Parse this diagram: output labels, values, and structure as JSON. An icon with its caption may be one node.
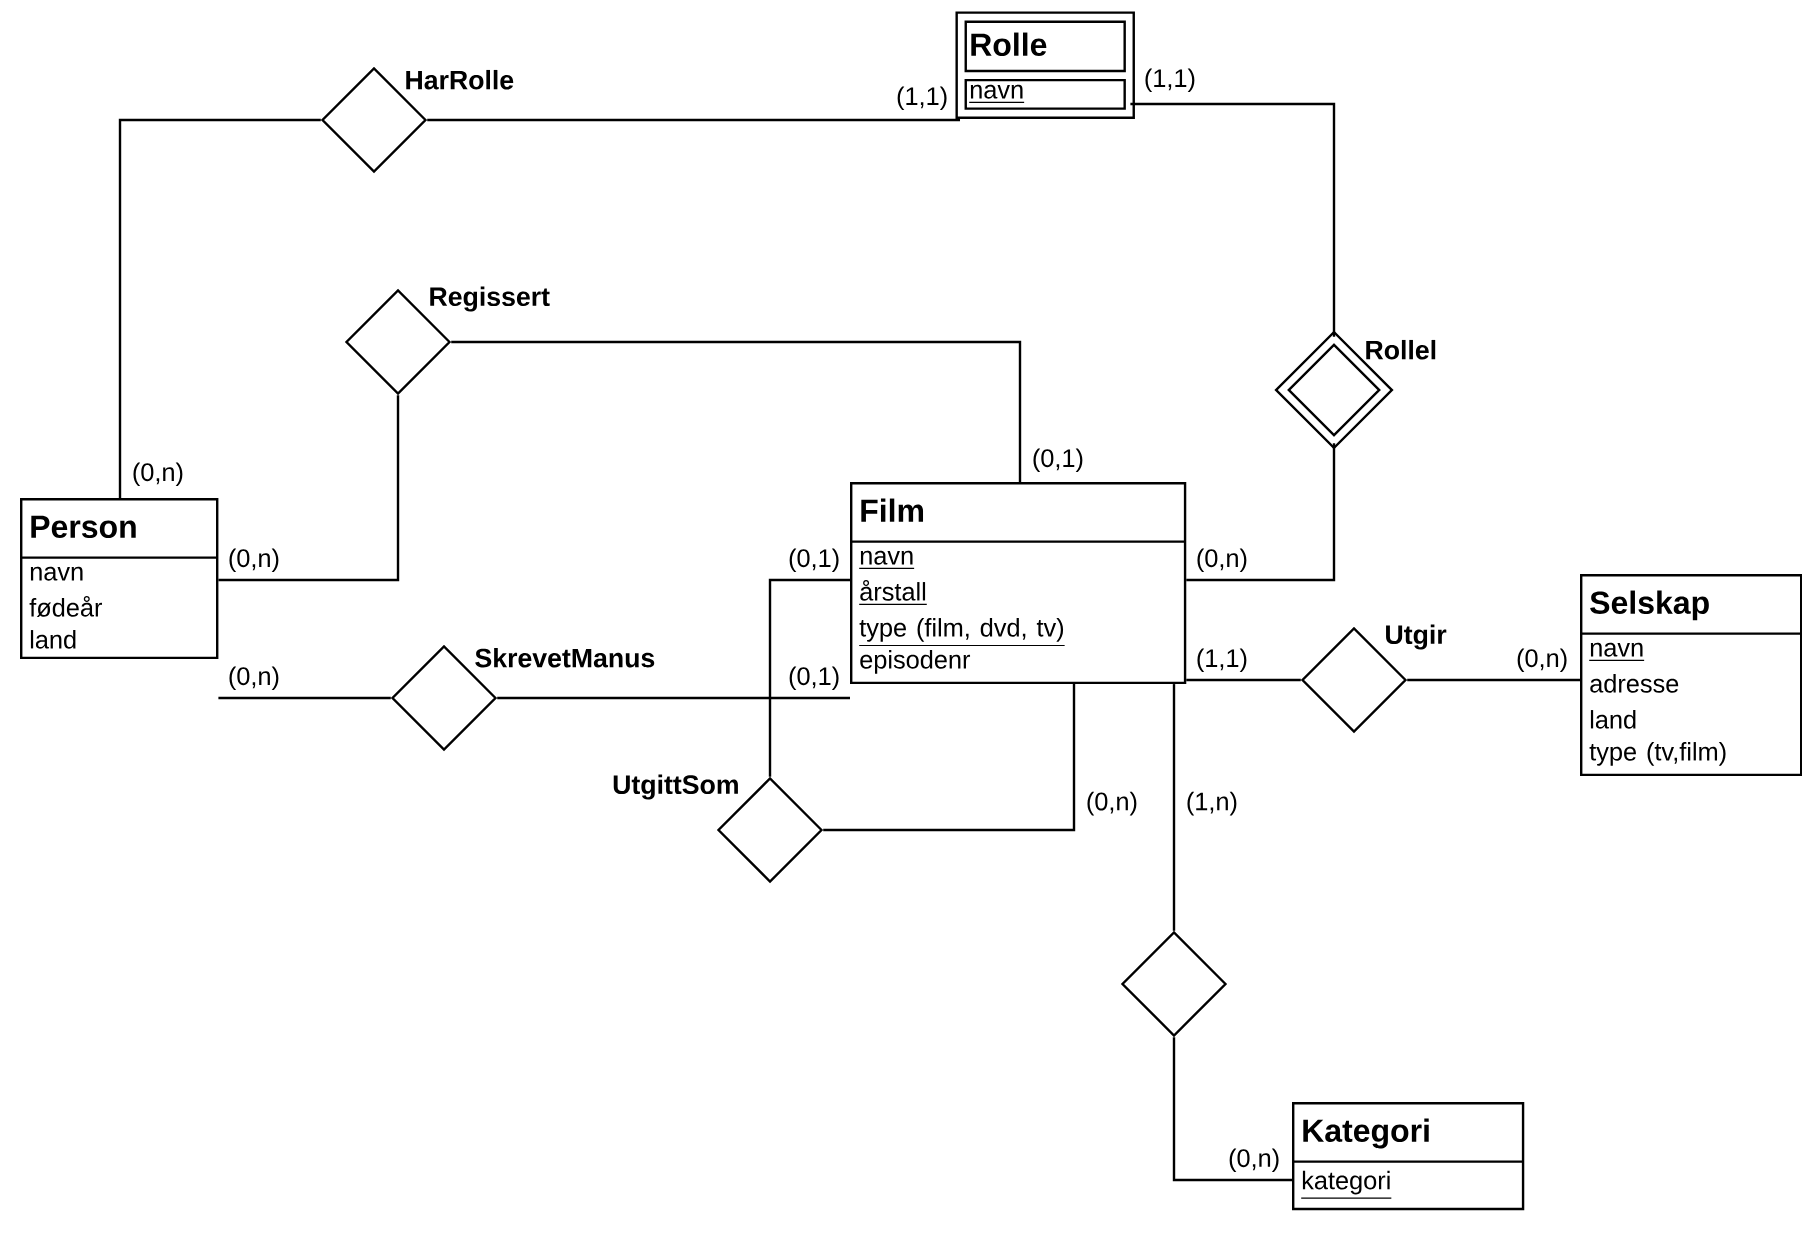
{
  "diagram": {
    "nodes": [
      {
        "text": [
          "HarRolle"
        ]
      },
      {
        "text": [
          "Rolle",
          "navn"
        ]
      },
      {
        "text": [
          "Regissert"
        ]
      },
      {
        "text": [
          "Rollel"
        ]
      },
      {
        "text": [
          "Film",
          "navn",
          "årstall",
          "type (film, dvd, tv)",
          "episodenr"
        ]
      },
      {
        "text": [
          "Person",
          "navn",
          "fødeår",
          "land"
        ]
      },
      {
        "text": [
          "SkrevetManus"
        ]
      },
      {
        "text": [
          "Utgir"
        ]
      },
      {
        "text": [
          "Selskap",
          "navn",
          "adresse",
          "land",
          "type (tv,film)"
        ]
      },
      {
        "text": [
          "UtgittSom"
        ]
      },
      {
        "text": [],
        "shape": "diamond"
      },
      {
        "text": [
          "Kategori",
          "kategori"
        ]
      }
    ],
    "edges": [
      {
        "from": 5,
        "to": 0,
        "arrow": "none",
        "label": "(0,n)"
      },
      {
        "from": 0,
        "to": 1,
        "arrow": "none",
        "label": "(1,1)"
      },
      {
        "from": 5,
        "to": 2,
        "arrow": "none",
        "label": "(0,n)"
      },
      {
        "from": 2,
        "to": 4,
        "arrow": "none",
        "label": "(0,1)"
      },
      {
        "from": 1,
        "to": 3,
        "arrow": "none",
        "label": "(1,1)"
      },
      {
        "from": 3,
        "to": 4,
        "arrow": "none",
        "label": "(0,n)"
      },
      {
        "from": 5,
        "to": 6,
        "arrow": "none",
        "label": "(0,n)"
      },
      {
        "from": 6,
        "to": 4,
        "arrow": "none",
        "label": "(0,1)"
      },
      {
        "from": 9,
        "to": 4,
        "arrow": "none",
        "label": "(0,1)"
      },
      {
        "from": 9,
        "to": 4,
        "arrow": "none",
        "label": "(0,n)"
      },
      {
        "from": 4,
        "to": 7,
        "arrow": "none",
        "label": "(1,1)"
      },
      {
        "from": 7,
        "to": 8,
        "arrow": "none",
        "label": "(0,n)"
      },
      {
        "from": 4,
        "to": 10,
        "arrow": "none",
        "label": "(1,n)"
      },
      {
        "from": 10,
        "to": 11,
        "arrow": "none",
        "label": "(0,n)"
      }
    ]
  }
}
